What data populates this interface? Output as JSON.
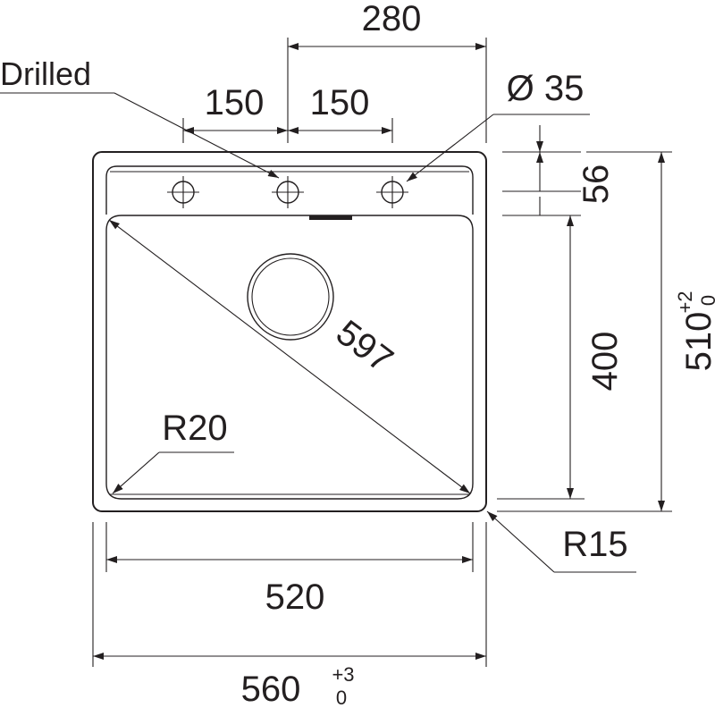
{
  "labels": {
    "drilled": "Drilled",
    "top_280": "280",
    "hole_150_left": "150",
    "hole_150_right": "150",
    "diameter": "Ø 35",
    "dim_56": "56",
    "dim_400": "400",
    "dim_510": "510",
    "dim_510_tol_plus": "+2",
    "dim_510_tol_zero": "0",
    "diagonal_597": "597",
    "radius_20": "R20",
    "radius_15": "R15",
    "dim_520": "520",
    "dim_560": "560",
    "dim_560_tol_plus": "+3",
    "dim_560_tol_zero": "0"
  },
  "colors": {
    "line": "#231f20",
    "background": "#ffffff"
  }
}
